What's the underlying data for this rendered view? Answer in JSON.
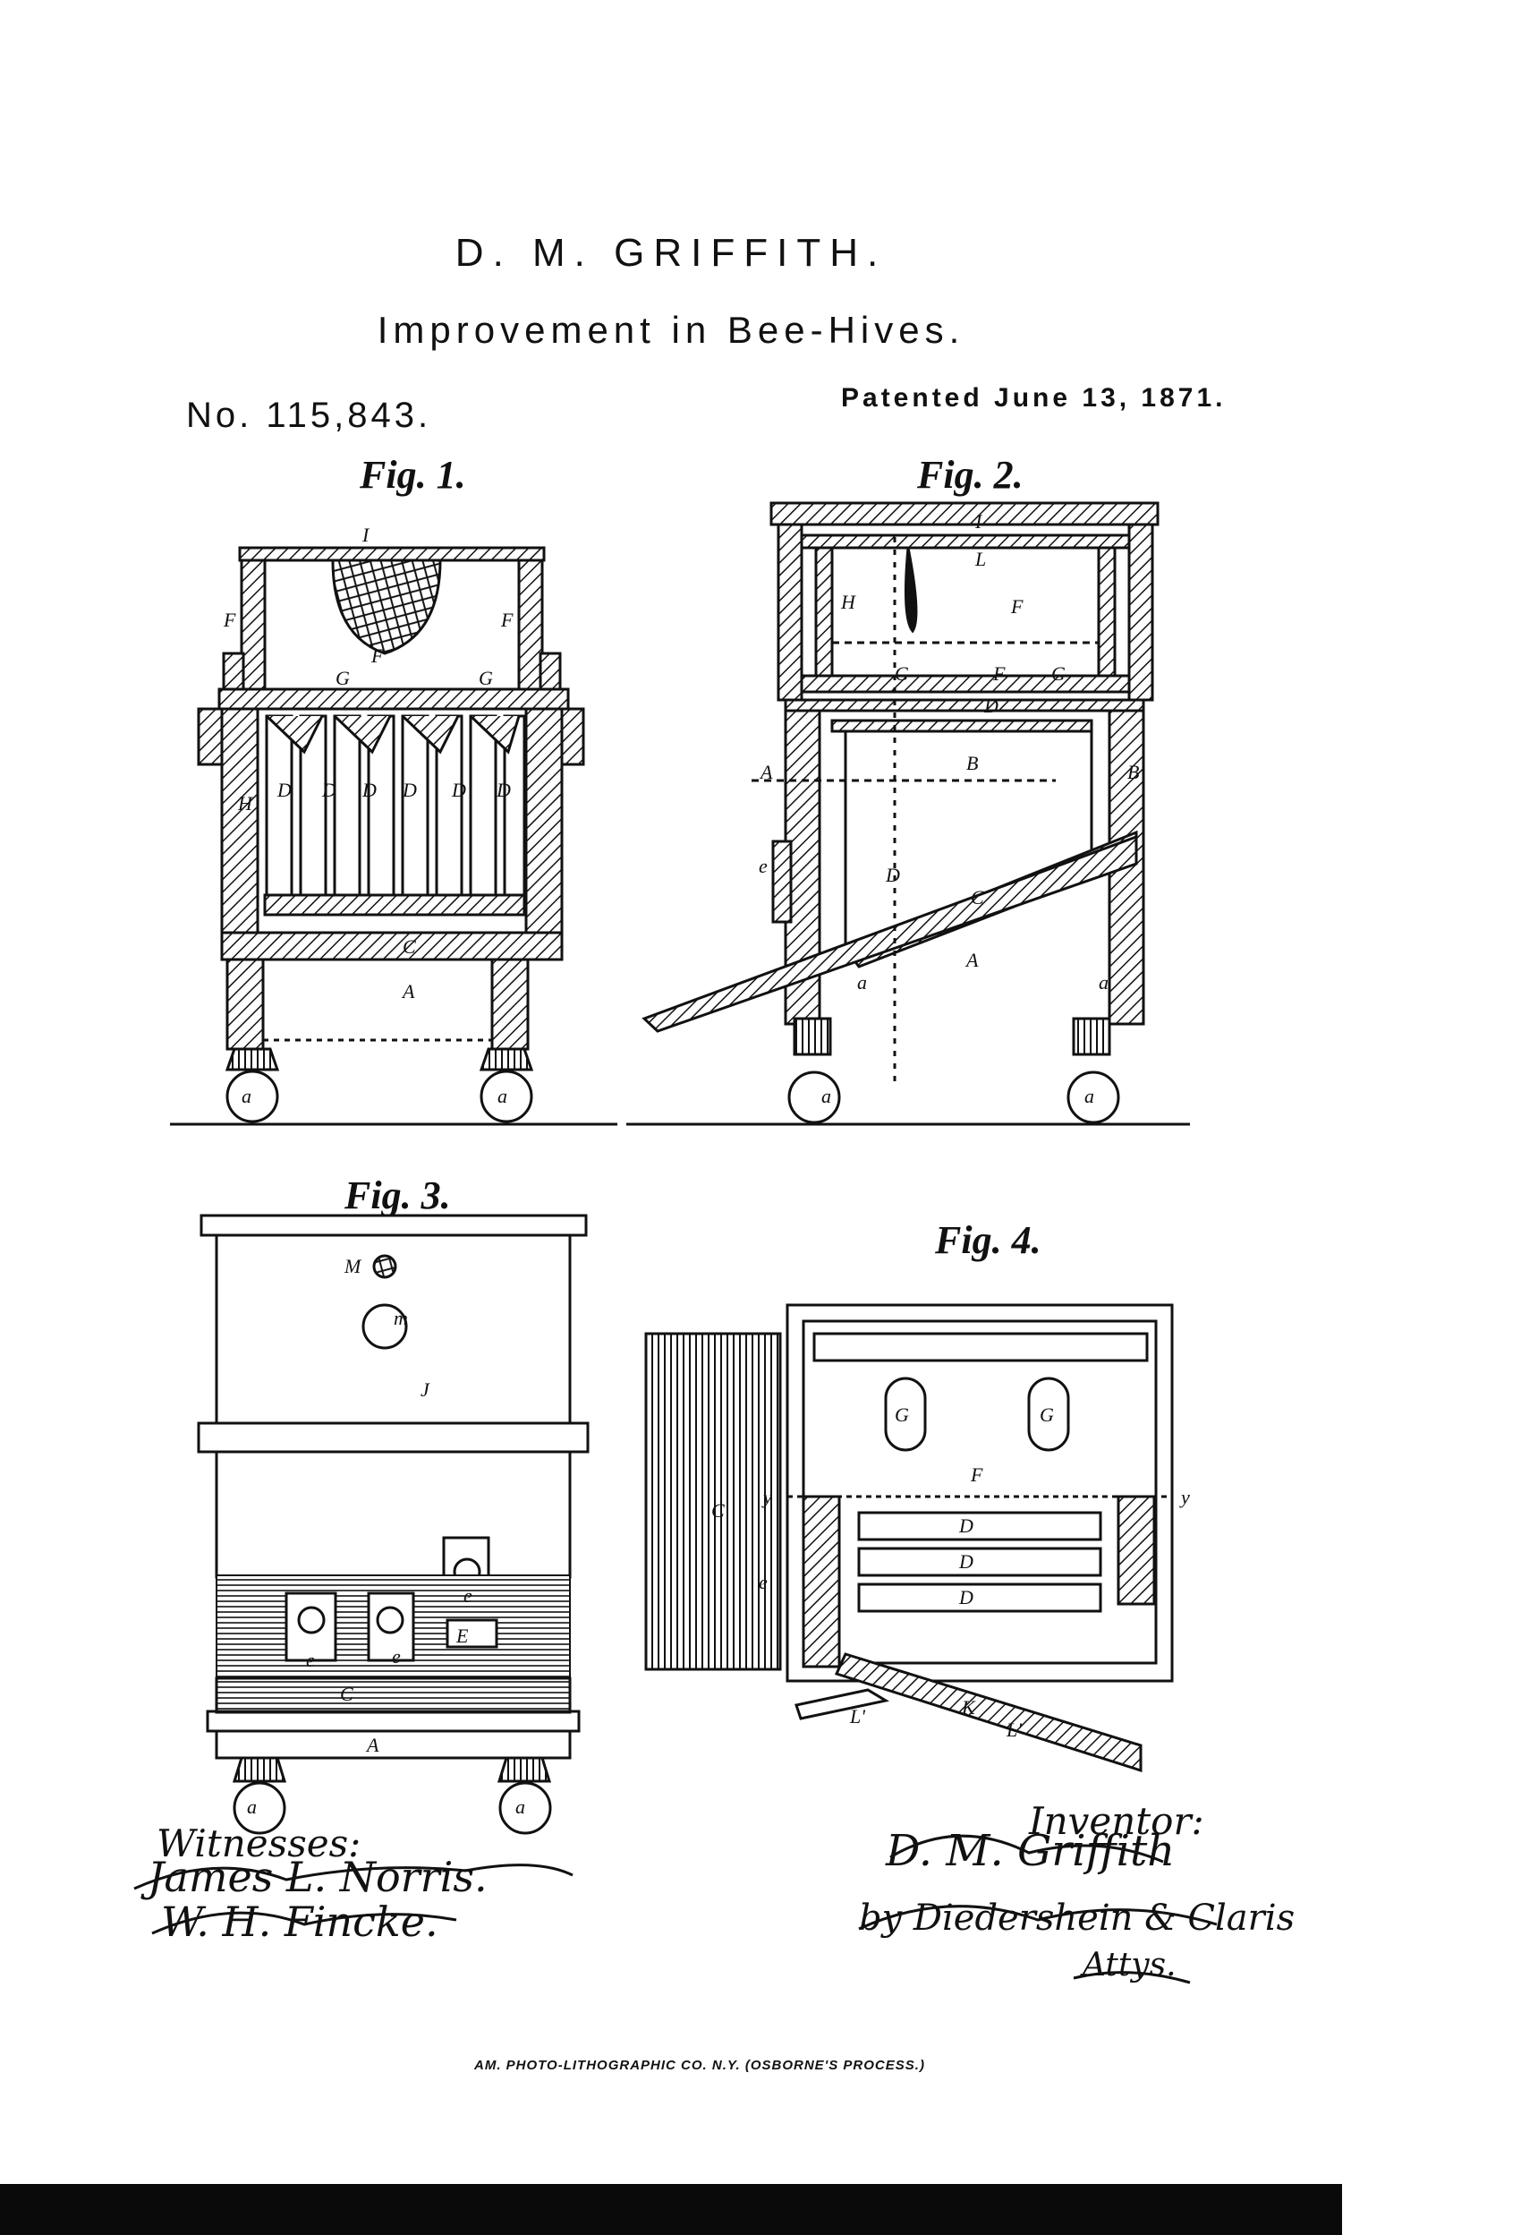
{
  "header": {
    "inventor_name": "D. M. GRIFFITH.",
    "title": "Improvement in Bee-Hives.",
    "patent_number": "No. 115,843.",
    "patent_date": "Patented June 13, 1871."
  },
  "figures": {
    "fig1": "Fig. 1.",
    "fig2": "Fig. 2.",
    "fig3": "Fig. 3.",
    "fig4": "Fig. 4."
  },
  "signatures": {
    "witnesses_label": "Witnesses:",
    "witness_1": "James L. Norris.",
    "witness_2": "W. H. Fincke.",
    "inventor_label": "Inventor:",
    "inventor_signature": "D. M. Griffith",
    "attorney_signature": "by Diedershein & Claris",
    "attorneys_label": "Attys."
  },
  "footer": {
    "printer": "AM. PHOTO-LITHOGRAPHIC CO. N.Y. (OSBORNE'S PROCESS.)"
  }
}
